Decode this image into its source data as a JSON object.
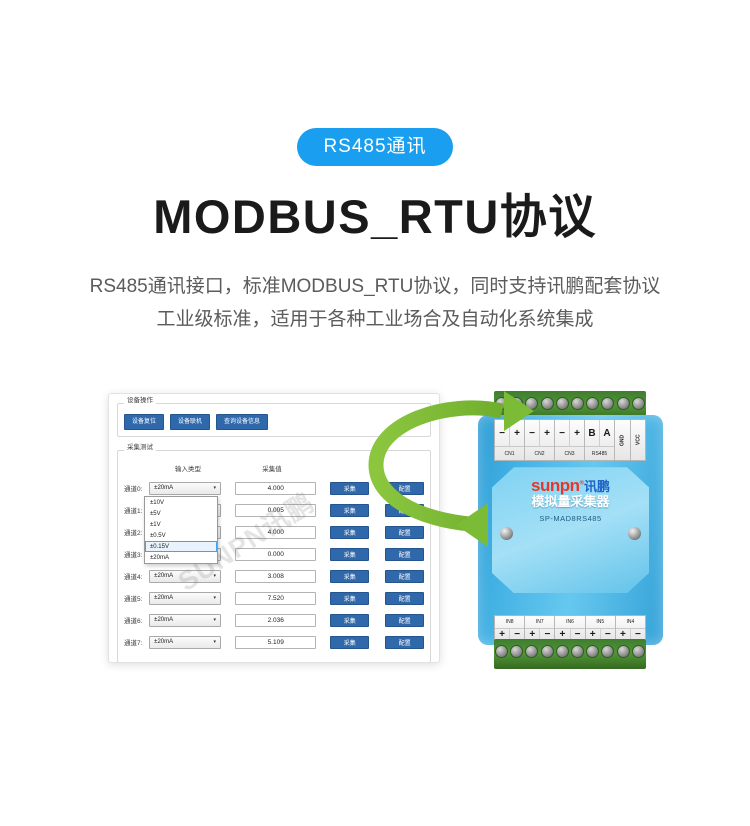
{
  "hero": {
    "badge": "RS485通讯",
    "title": "MODBUS_RTU协议",
    "desc_line1": "RS485通讯接口，标准MODBUS_RTU协议，同时支持讯鹏配套协议",
    "desc_line2": "工业级标准，适用于各种工业场合及自动化系统集成",
    "badge_color": "#1a9ff0",
    "title_color": "#1a1a1a"
  },
  "software": {
    "operations_group": {
      "legend": "设备操作",
      "buttons": [
        "设备复位",
        "设备联机",
        "查询设备信息"
      ]
    },
    "test_group": {
      "legend": "采集测试",
      "headers": {
        "type": "输入类型",
        "value": "采集值"
      },
      "collect_label": "采集",
      "config_label": "配置",
      "rows": [
        {
          "channel": "通道0:",
          "type": "±20mA",
          "value": "4.000"
        },
        {
          "channel": "通道1:",
          "type": "±20mA",
          "value": "0.005"
        },
        {
          "channel": "通道2:",
          "type": "±20mA",
          "value": "4.000"
        },
        {
          "channel": "通道3:",
          "type": "±20mA",
          "value": "0.000"
        },
        {
          "channel": "通道4:",
          "type": "±20mA",
          "value": "3.008"
        },
        {
          "channel": "通道5:",
          "type": "±20mA",
          "value": "7.520"
        },
        {
          "channel": "通道6:",
          "type": "±20mA",
          "value": "2.036"
        },
        {
          "channel": "通道7:",
          "type": "±20mA",
          "value": "5.109"
        }
      ]
    },
    "dropdown": {
      "options": [
        "±10V",
        "±5V",
        "±1V",
        "±0.5V",
        "±0.15V",
        "±20mA"
      ],
      "selected": "±0.15V"
    },
    "watermark": "SUNPN讯鹏",
    "button_color": "#2f68ab"
  },
  "device": {
    "brand_en": "sunpn",
    "brand_cn": "讯鹏",
    "brand_reg": "®",
    "name": "模拟量采集器",
    "model": "SP-MAD8RS485",
    "top_terminals": [
      {
        "tag": "CN1",
        "syms": [
          "−",
          "+"
        ]
      },
      {
        "tag": "CN2",
        "syms": [
          "−",
          "+"
        ]
      },
      {
        "tag": "CN3",
        "syms": [
          "−",
          "+"
        ]
      },
      {
        "tag": "RS485",
        "syms": [
          "B",
          "A"
        ]
      }
    ],
    "top_single": [
      {
        "tag": "GND",
        "sym": ""
      },
      {
        "tag": "VCC",
        "sym": ""
      }
    ],
    "bottom_terminals": [
      {
        "tag": "IN8",
        "syms": [
          "+",
          "−"
        ]
      },
      {
        "tag": "IN7",
        "syms": [
          "+",
          "−"
        ]
      },
      {
        "tag": "IN6",
        "syms": [
          "+",
          "−"
        ]
      },
      {
        "tag": "IN5",
        "syms": [
          "+",
          "−"
        ]
      },
      {
        "tag": "IN4",
        "syms": [
          "+",
          "−"
        ]
      }
    ],
    "body_color": "#44b2e4",
    "connector_color": "#4f9539"
  }
}
